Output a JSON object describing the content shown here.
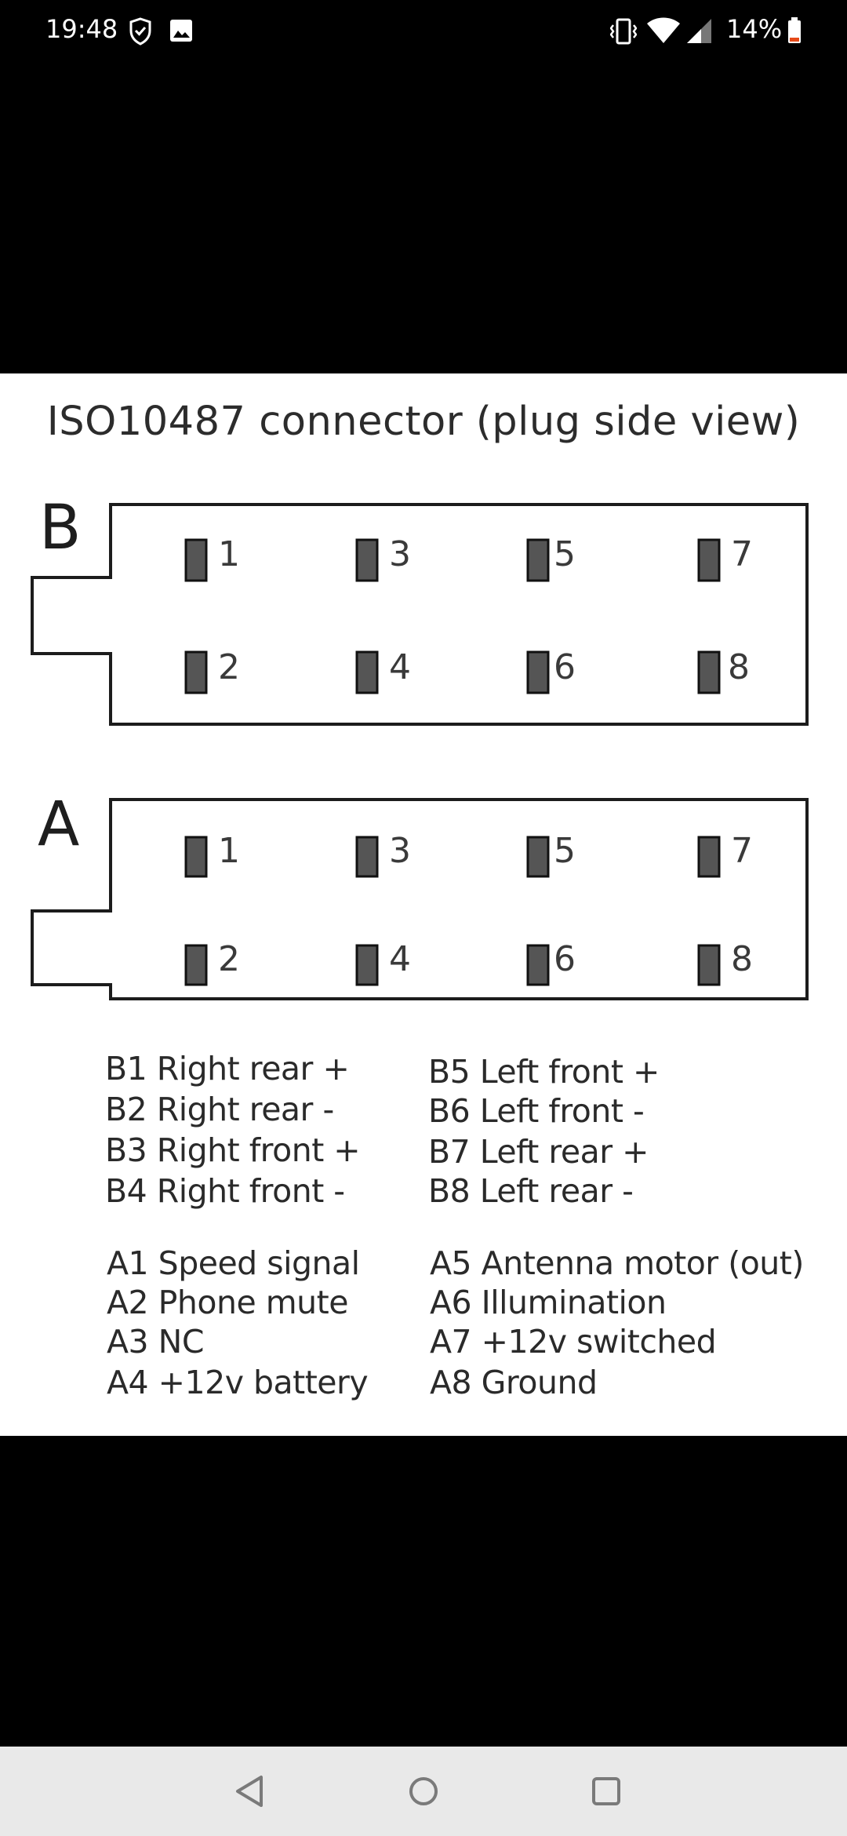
{
  "status_bar": {
    "time": "19:48",
    "battery_percent": "14%",
    "icons": [
      "shield-icon",
      "image-icon",
      "vibrate-icon",
      "wifi-icon",
      "signal-icon",
      "battery-icon"
    ]
  },
  "diagram": {
    "title": "ISO10487 connector (plug side view)",
    "connectors": [
      {
        "letter": "B",
        "pins_top": [
          "1",
          "3",
          "5",
          "7"
        ],
        "pins_bottom": [
          "2",
          "4",
          "6",
          "8"
        ]
      },
      {
        "letter": "A",
        "pins_top": [
          "1",
          "3",
          "5",
          "7"
        ],
        "pins_bottom": [
          "2",
          "4",
          "6",
          "8"
        ]
      }
    ],
    "legend_b_left": [
      "B1 Right rear +",
      "B2 Right rear -",
      "B3 Right front +",
      "B4 Right front -"
    ],
    "legend_b_right": [
      "B5 Left front +",
      "B6 Left front -",
      "B7 Left rear +",
      "B8 Left rear -"
    ],
    "legend_a_left": [
      "A1 Speed signal",
      "A2 Phone mute",
      "A3 NC",
      "A4 +12v battery"
    ],
    "legend_a_right": [
      "A5 Antenna motor (out)",
      "A6 Illumination",
      "A7 +12v switched",
      "A8 Ground"
    ]
  },
  "navigation": {
    "buttons": [
      "back-button",
      "home-button",
      "recents-button"
    ]
  }
}
